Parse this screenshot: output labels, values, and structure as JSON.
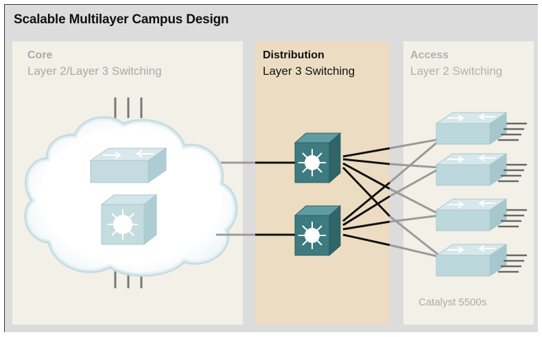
{
  "title": "Scalable Multilayer Campus Design",
  "core": {
    "heading": "Core",
    "subtitle": "Layer 2/Layer 3 Switching"
  },
  "distribution": {
    "heading": "Distribution",
    "subtitle": "Layer 3 Switching"
  },
  "access": {
    "heading": "Access",
    "subtitle": "Layer 2 Switching",
    "footer": "Catalyst 5500s"
  },
  "colors": {
    "frame": "#dcdcdc",
    "core_panel": "#f3f0e8",
    "distribution_panel": "#ecdcc2",
    "distribution_switch": "#3d7b80",
    "access_switch": "#bcd8dc"
  }
}
